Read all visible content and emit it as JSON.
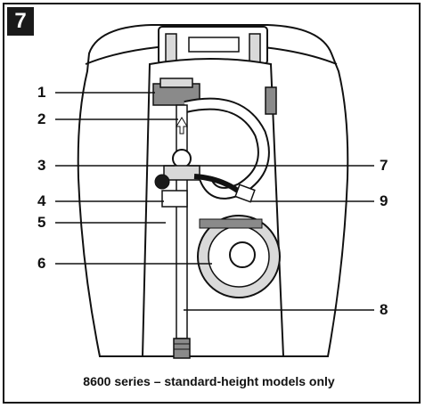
{
  "figure": {
    "step_number": "7",
    "caption": "8600 series – standard-height models only"
  },
  "callouts": [
    {
      "id": "1",
      "text": "1"
    },
    {
      "id": "2",
      "text": "2"
    },
    {
      "id": "3",
      "text": "3"
    },
    {
      "id": "4",
      "text": "4"
    },
    {
      "id": "5",
      "text": "5"
    },
    {
      "id": "6",
      "text": "6"
    },
    {
      "id": "7",
      "text": "7"
    },
    {
      "id": "8",
      "text": "8"
    },
    {
      "id": "9",
      "text": "9"
    }
  ],
  "colors": {
    "line": "#111111",
    "fill_light": "#ffffff",
    "fill_mid": "#d9d9d9",
    "fill_dark": "#8a8a8a"
  }
}
